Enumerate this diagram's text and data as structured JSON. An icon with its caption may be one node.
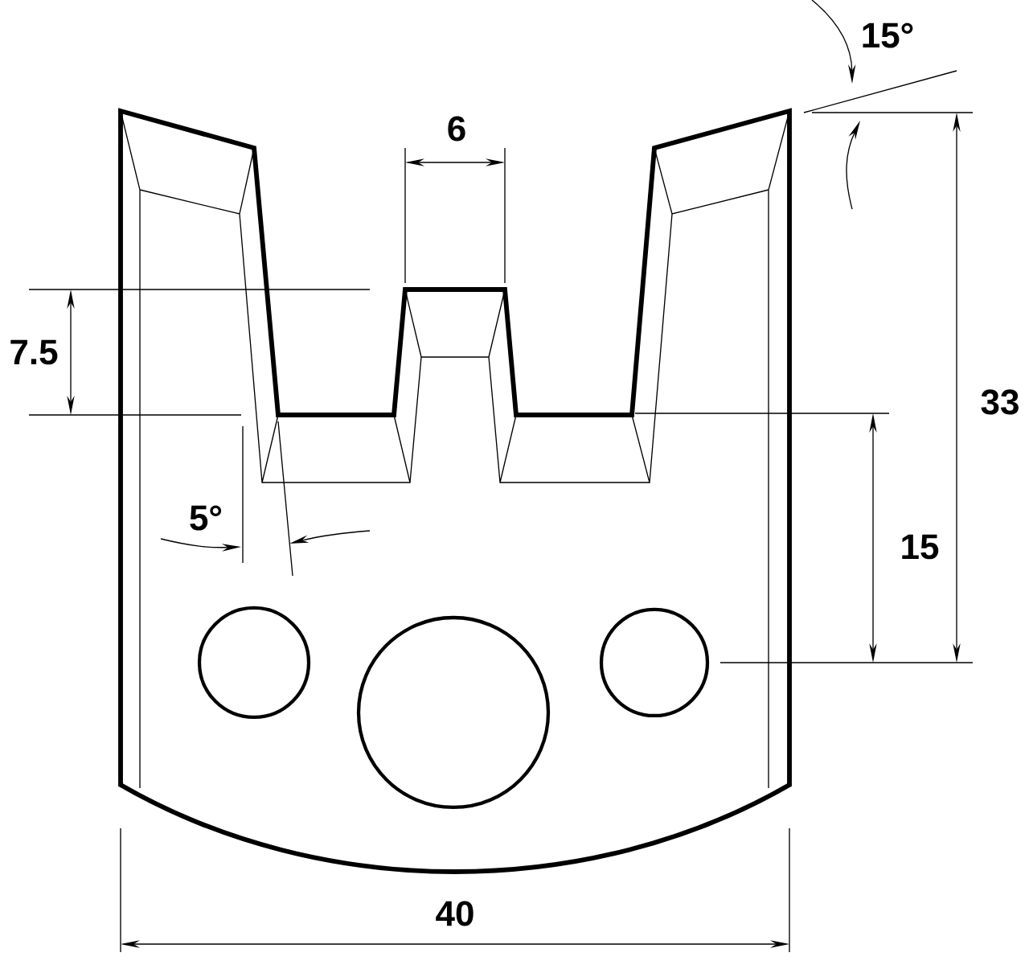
{
  "diagram": {
    "labels": [
      "15°",
      "6",
      "7.5",
      "33",
      "15",
      "5°",
      "40"
    ]
  }
}
